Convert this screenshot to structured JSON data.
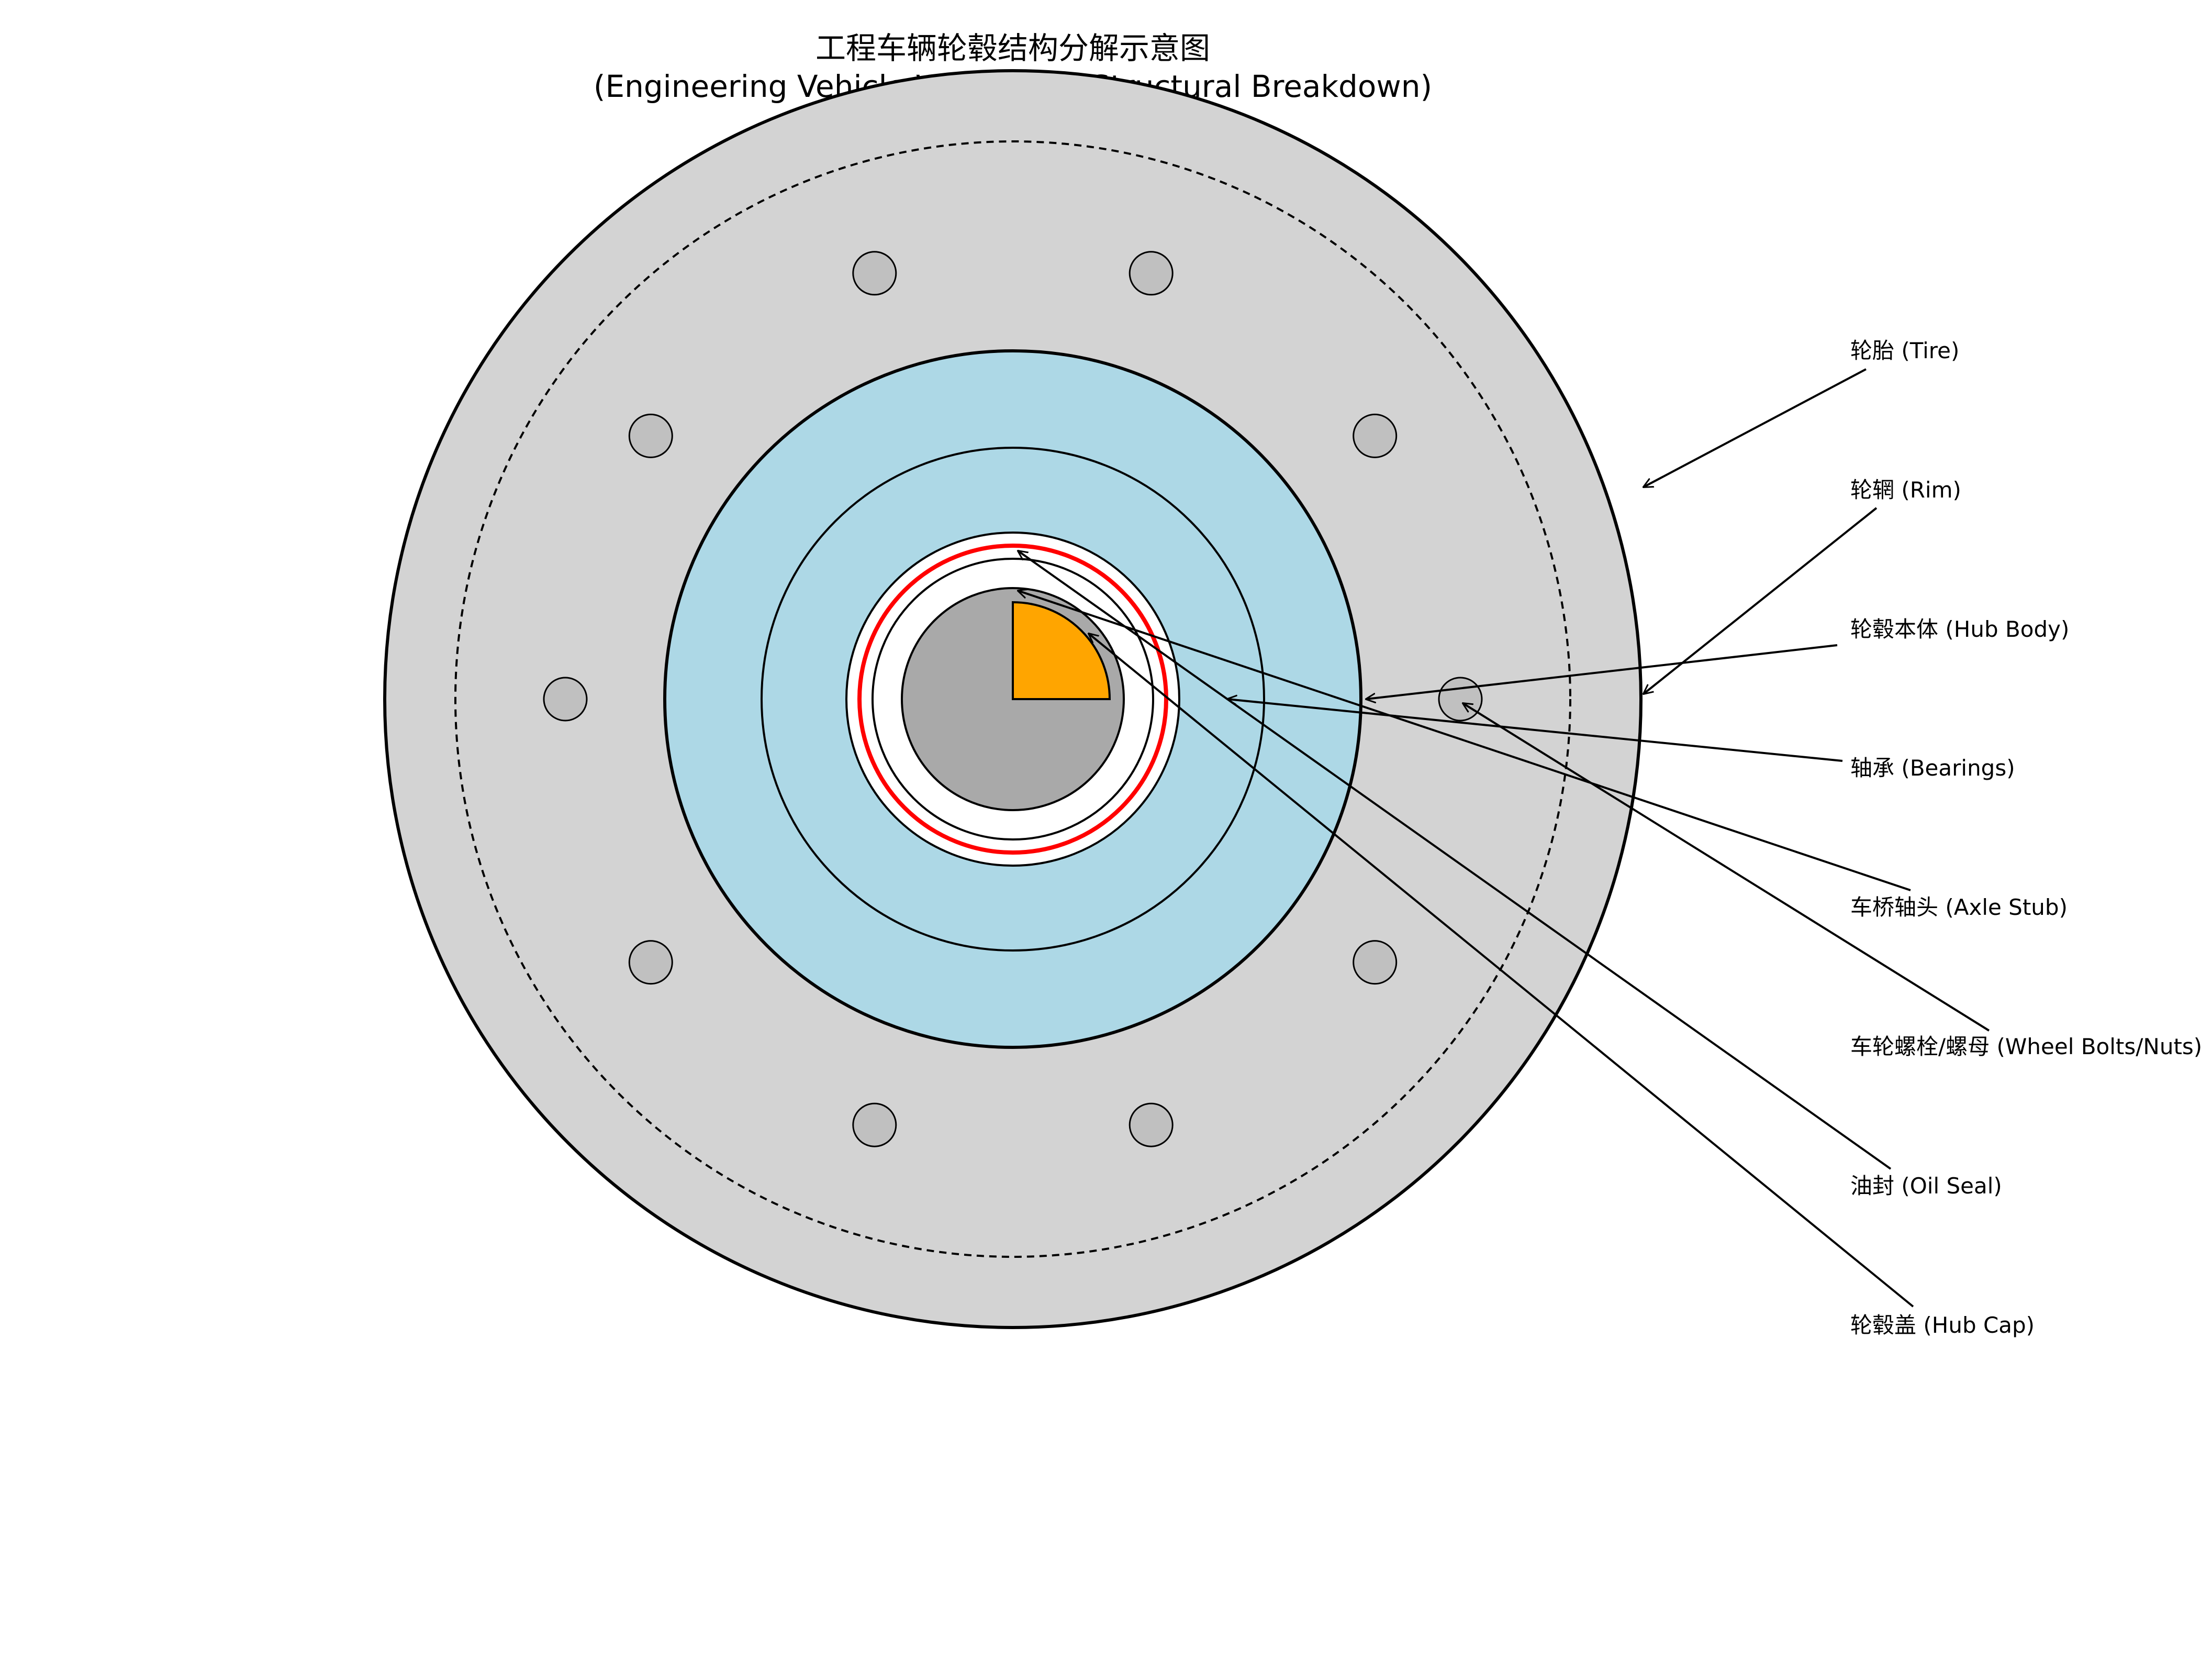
{
  "title": {
    "line1": "工程车辆轮毂结构分解示意图",
    "line2": "(Engineering Vehicle Wheel Hub Structural Breakdown)"
  },
  "components": [
    {
      "id": "tire",
      "label": "轮胎 (Tire)"
    },
    {
      "id": "rim",
      "label": "轮辋 (Rim)"
    },
    {
      "id": "hub-body",
      "label": "轮毂本体 (Hub Body)"
    },
    {
      "id": "bearings",
      "label": "轴承 (Bearings)"
    },
    {
      "id": "axle-stub",
      "label": "车桥轴头 (Axle Stub)"
    },
    {
      "id": "wheel-bolts",
      "label": "车轮螺栓/螺母 (Wheel Bolts/Nuts)"
    },
    {
      "id": "oil-seal",
      "label": "油封 (Oil Seal)"
    },
    {
      "id": "hub-cap",
      "label": "轮毂盖 (Hub Cap)"
    }
  ],
  "colors": {
    "rim_fill": "#d3d3d3",
    "hub_body_fill": "#add8e6",
    "axle_fill": "#a9a9a9",
    "hub_cap_fill": "#ffa500",
    "oil_seal_stroke": "#ff0000",
    "bolt_fill": "#c0c0c0",
    "line": "#000000"
  }
}
